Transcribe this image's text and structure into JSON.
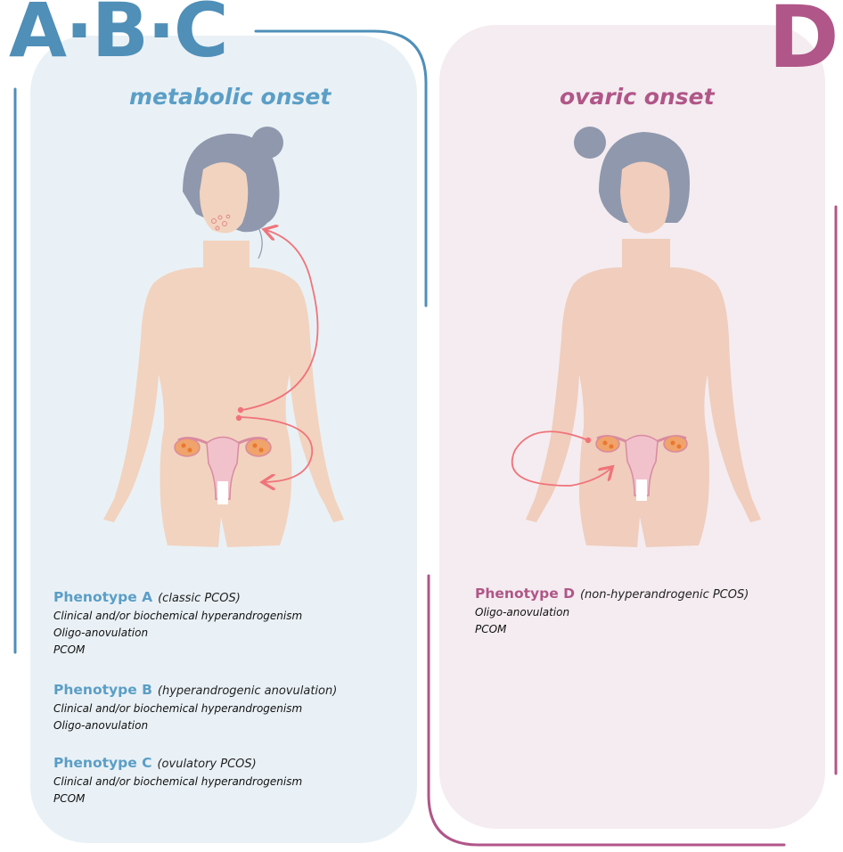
{
  "headers": {
    "left_letters": "A·B·C",
    "right_letter": "D",
    "left_onset": "metabolic onset",
    "right_onset": "ovaric onset"
  },
  "phenotypes": {
    "a": {
      "title": "Phenotype A",
      "subtitle": "(classic PCOS)",
      "lines": [
        "Clinical and/or biochemical hyperandrogenism",
        "Oligo-anovulation",
        "PCOM"
      ]
    },
    "b": {
      "title": "Phenotype B",
      "subtitle": "(hyperandrogenic anovulation)",
      "lines": [
        "Clinical and/or biochemical hyperandrogenism",
        "Oligo-anovulation"
      ]
    },
    "c": {
      "title": "Phenotype C",
      "subtitle": "(ovulatory PCOS)",
      "lines": [
        "Clinical and/or biochemical hyperandrogenism",
        "PCOM"
      ]
    },
    "d": {
      "title": "Phenotype D",
      "subtitle": "(non-hyperandrogenic PCOS)",
      "lines": [
        "Oligo-anovulation",
        "PCOM"
      ]
    }
  },
  "colors": {
    "blue_accent": "#4f8fb8",
    "magenta_accent": "#b05688",
    "skin": "#f2d3bf",
    "hair": "#8f98ad",
    "arrow": "#f0737a"
  }
}
